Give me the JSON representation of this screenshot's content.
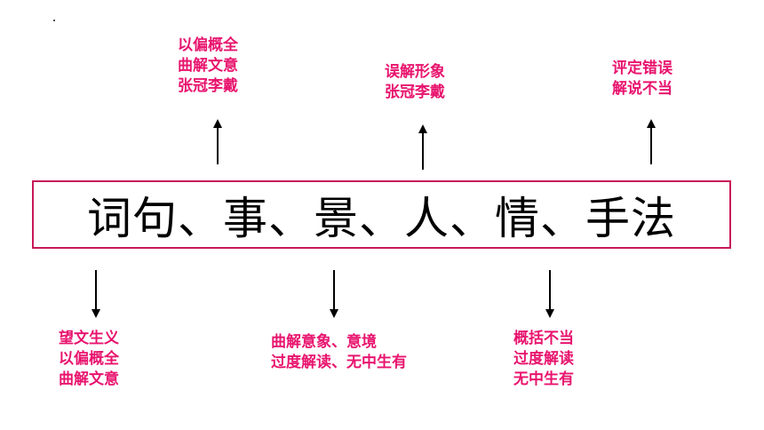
{
  "diagram": {
    "main_text": "词句、事、景、人、情、手法",
    "top_notes": [
      {
        "lines": [
          "以偏概全",
          "曲解文意",
          "张冠李戴"
        ]
      },
      {
        "lines": [
          "误解形象",
          "张冠李戴"
        ]
      },
      {
        "lines": [
          "评定错误",
          "解说不当"
        ]
      }
    ],
    "bottom_notes": [
      {
        "lines": [
          "望文生义",
          "以偏概全",
          "曲解文意"
        ]
      },
      {
        "lines": [
          "曲解意象、意境",
          "过度解读、无中生有"
        ]
      },
      {
        "lines": [
          "概括不当",
          "过度解读",
          "无中生有"
        ]
      }
    ]
  },
  "colors": {
    "accent": "#e8146e",
    "box_border": "#c8195a",
    "text": "#000000"
  }
}
